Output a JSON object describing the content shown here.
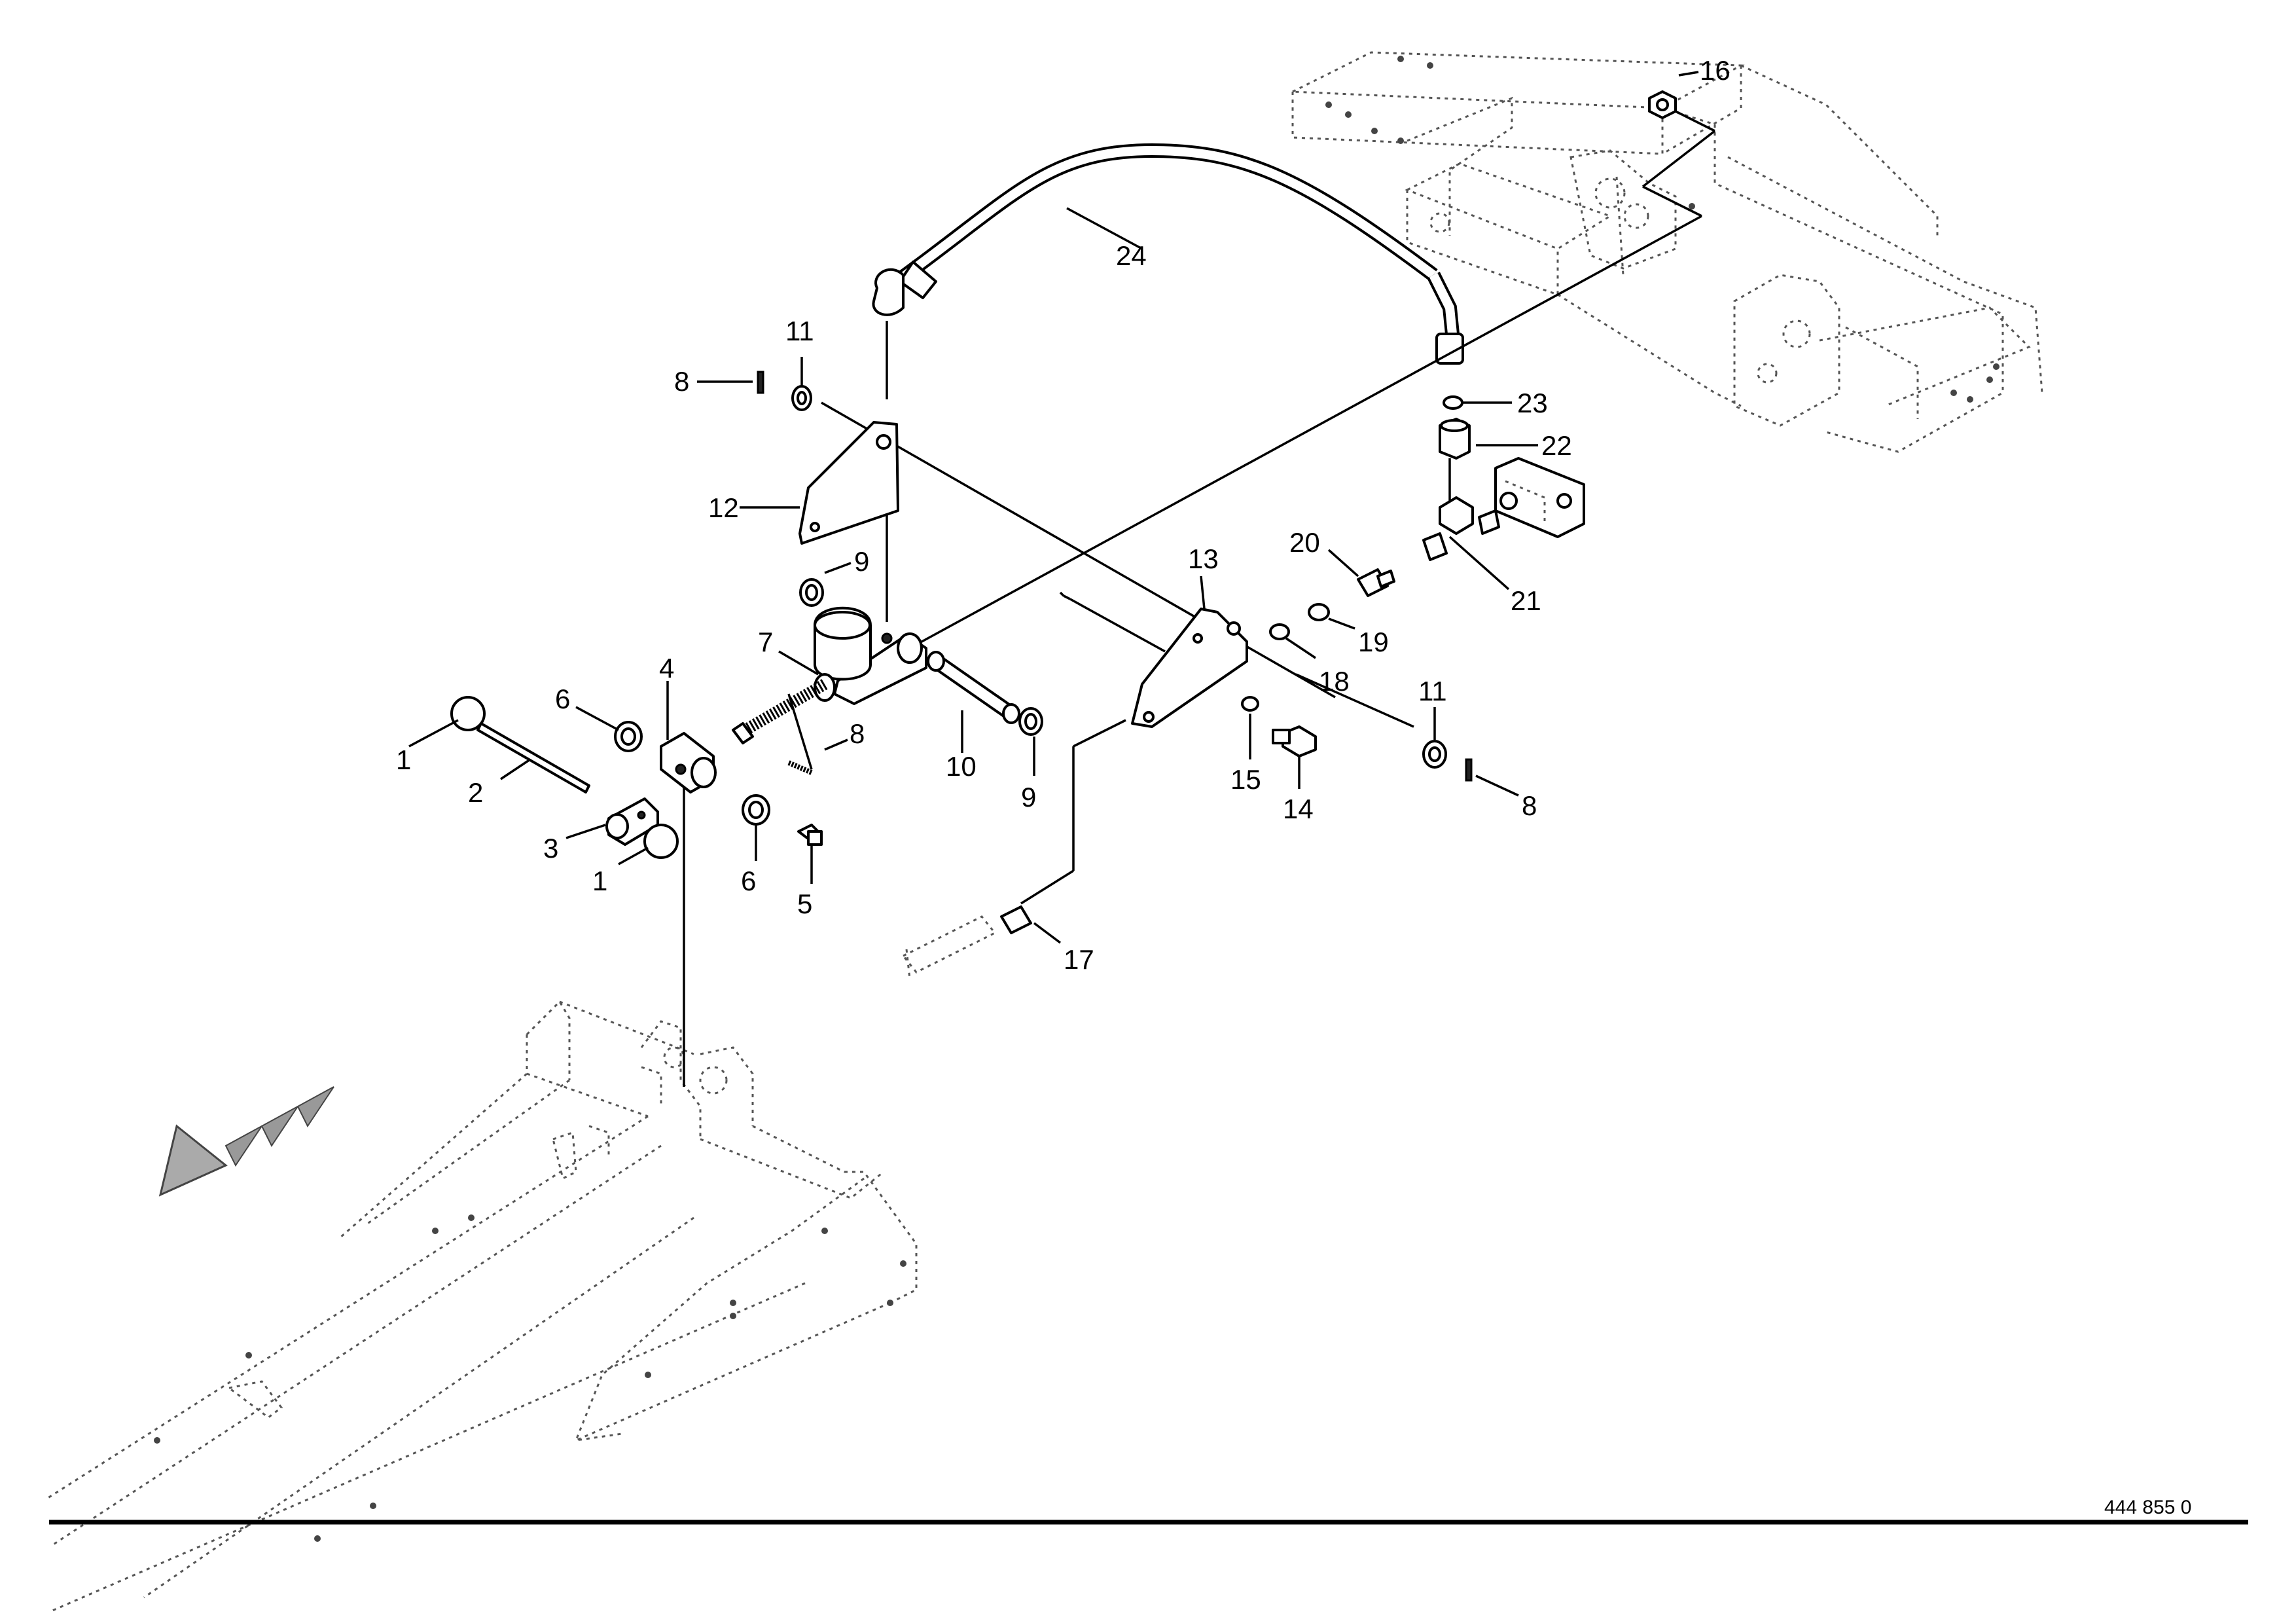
{
  "callouts": {
    "c16": "16",
    "c24": "24",
    "c11a": "11",
    "c8a": "8",
    "c23": "23",
    "c22": "22",
    "c12": "12",
    "c9a": "9",
    "c20": "20",
    "c13": "13",
    "c21": "21",
    "c7": "7",
    "c19": "19",
    "c18": "18",
    "c6a": "6",
    "c4": "4",
    "c11b": "11",
    "c8b": "8",
    "c1a": "1",
    "c10": "10",
    "c15": "15",
    "c2": "2",
    "c8c": "8",
    "c9b": "9",
    "c14": "14",
    "c3": "3",
    "c1b": "1",
    "c6b": "6",
    "c5": "5",
    "c17": "17"
  },
  "document_number": "444 855 0",
  "icons": [
    "direction-arrow-icon"
  ]
}
